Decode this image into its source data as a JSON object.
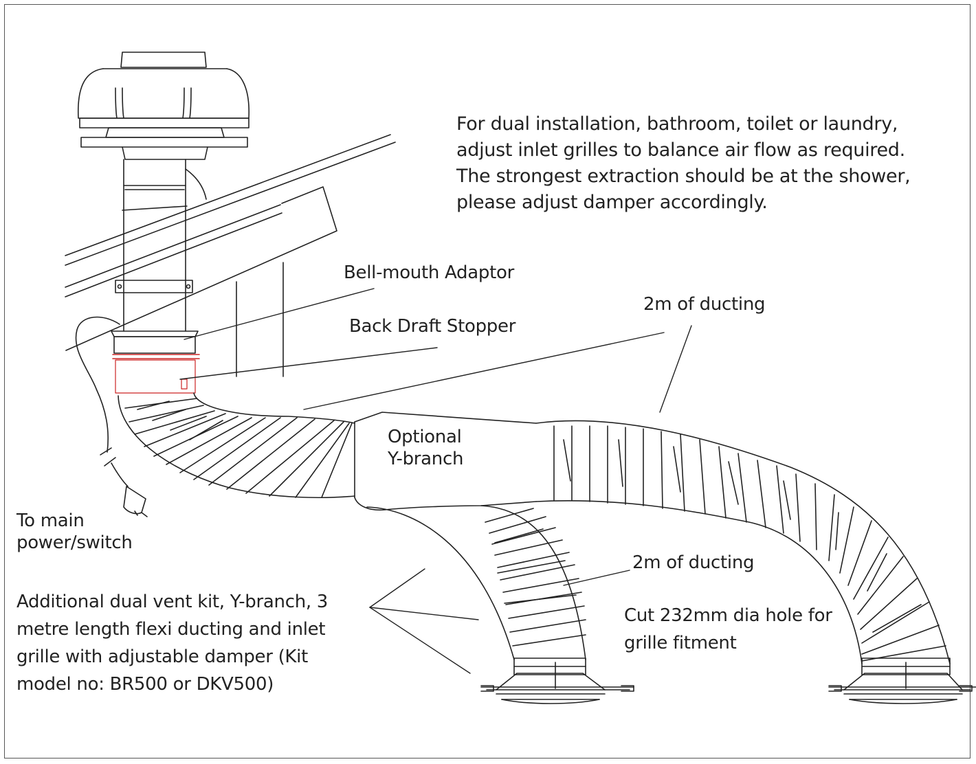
{
  "diagram": {
    "note_lines": [
      "For dual installation, bathroom, toilet or laundry,",
      "adjust inlet grilles to balance air flow as required.",
      "The strongest extraction should be at the shower,",
      "please adjust damper accordingly."
    ],
    "labels": {
      "bell_mouth": "Bell-mouth Adaptor",
      "back_draft": "Back Draft Stopper",
      "ducting_top": "2m of ducting",
      "ducting_bottom": "2m of ducting",
      "y_branch_lines": [
        "Optional",
        "Y-branch"
      ],
      "power_lines": [
        "To main",
        "power/switch"
      ],
      "kit_lines": [
        "Additional dual vent kit, Y-branch, 3",
        "metre length flexi ducting and inlet",
        "grille with adjustable damper (Kit",
        "model no: BR500 or  DKV500)"
      ],
      "hole_lines": [
        "Cut 232mm dia hole for",
        "grille fitment"
      ]
    },
    "colors": {
      "line": "#222222",
      "highlight": "#cc2222",
      "frame": "#555555"
    }
  }
}
